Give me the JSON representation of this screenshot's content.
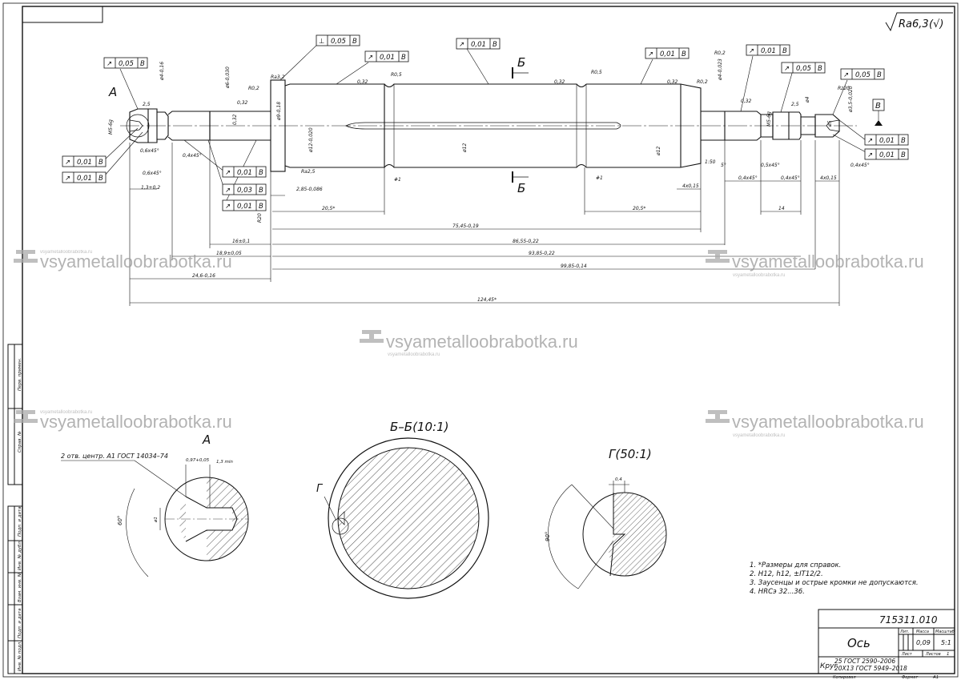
{
  "roughness": {
    "main": "Ra6,3",
    "check": "(√)"
  },
  "sections": {
    "bb_top": "Б",
    "bb_bottom": "Б",
    "bb_title": "Б–Б(10:1)",
    "detail_a": "А",
    "detail_a_title": "А",
    "g_label": "Г",
    "g_title": "Г(50:1)"
  },
  "frames": [
    {
      "sym": "↗",
      "val": "0,05",
      "base": "В"
    },
    {
      "sym": "⊥",
      "val": "0,05",
      "base": "В"
    },
    {
      "sym": "↗",
      "val": "0,01",
      "base": "В"
    },
    {
      "sym": "↗",
      "val": "0,01",
      "base": "В"
    },
    {
      "sym": "↗",
      "val": "0,01",
      "base": "В"
    },
    {
      "sym": "↗",
      "val": "0,01",
      "base": "В"
    },
    {
      "sym": "↗",
      "val": "0,05",
      "base": "В"
    },
    {
      "sym": "↗",
      "val": "0,05",
      "base": "В"
    },
    {
      "sym": "↗",
      "val": "0,01",
      "base": "В"
    },
    {
      "sym": "↗",
      "val": "0,01",
      "base": "В"
    },
    {
      "sym": "↗",
      "val": "0,01",
      "base": "В"
    },
    {
      "sym": "↗",
      "val": "0,01",
      "base": "В"
    },
    {
      "sym": "↗",
      "val": "0,01",
      "base": "В"
    },
    {
      "sym": "↗",
      "val": "0,03",
      "base": "В"
    },
    {
      "sym": "↗",
      "val": "0,01",
      "base": "В"
    }
  ],
  "datum": "В",
  "dims": [
    "20,5*",
    "20,5*",
    "75,45-0,19",
    "86,55-0,22",
    "16±0,1",
    "93,85-0,22",
    "18,9±0,05",
    "99,85-0,14",
    "24,6-0,16",
    "124,45*",
    "14",
    "4х0,15",
    "4х0,15",
    "0,4х45°",
    "0,4х45°",
    "0,5х45°",
    "0,4х45°",
    "0,6х45°",
    "0,6х45°",
    "0,4х45°",
    "1,3+0,2",
    "2,85-0,086",
    "R20",
    "R0,2",
    "R0,2",
    "R0,5",
    "R0,5",
    "R0,2",
    "Rz20",
    "Ra3,2",
    "Ra2,5",
    "0,32",
    "0,32",
    "0,32",
    "0,32",
    "0,32",
    "0,32",
    "1:50",
    "2,5",
    "2,5",
    "М5-6g",
    "М5-6g",
    "#1",
    "#1",
    "ø4",
    "ø5",
    "ø12",
    "ø12",
    "ø4-0,16",
    "ø6-0,030",
    "ø9-0,18",
    "ø12-0,020",
    "ø4-0,023",
    "ø3,5-0,020",
    "5°"
  ],
  "detail_a_notes": {
    "centre": "2 отв. центр. А1 ГОСТ 14034–74",
    "d1": "0,97+0,05",
    "d2": "1,3 min",
    "angle": "60°",
    "dia": "ø1"
  },
  "detail_g_notes": {
    "width": "0,4",
    "angle": "90°"
  },
  "notes": [
    "1. *Размеры для справок.",
    "2. Н12, h12, ±IT12/2.",
    "3. Заусенцы и острые кромки не допускаются.",
    "4. HRCэ 32...36."
  ],
  "title_block": {
    "code": "715311.010",
    "part_name": "Ось",
    "material_line1": "Круг",
    "material_line2": "25 ГОСТ 2590–2006",
    "material_line3": "20Х13 ГОСТ 5949–2018",
    "col_lit": "Лит.",
    "col_mass": "Масса",
    "col_scale": "Масштаб",
    "mass": "0,09",
    "scale": "5:1",
    "sheet": "Лист",
    "sheets": "Листов",
    "sheets_val": "1",
    "copied": "Копировал",
    "format_label": "Формат",
    "format": "А1"
  },
  "side_stamps": [
    "Перв. примен.",
    "Справ. №",
    "Подп. и дата",
    "Инв. № дубл.",
    "Взам. инв. №",
    "Подп. и дата",
    "Инв. № подл."
  ],
  "watermarks": {
    "big": "vsyametalloobrabotka.ru",
    "small": "vsyametalloobrabotka.ru"
  },
  "colors": {
    "line": "#111111",
    "watermark": "#9a9a9a"
  }
}
